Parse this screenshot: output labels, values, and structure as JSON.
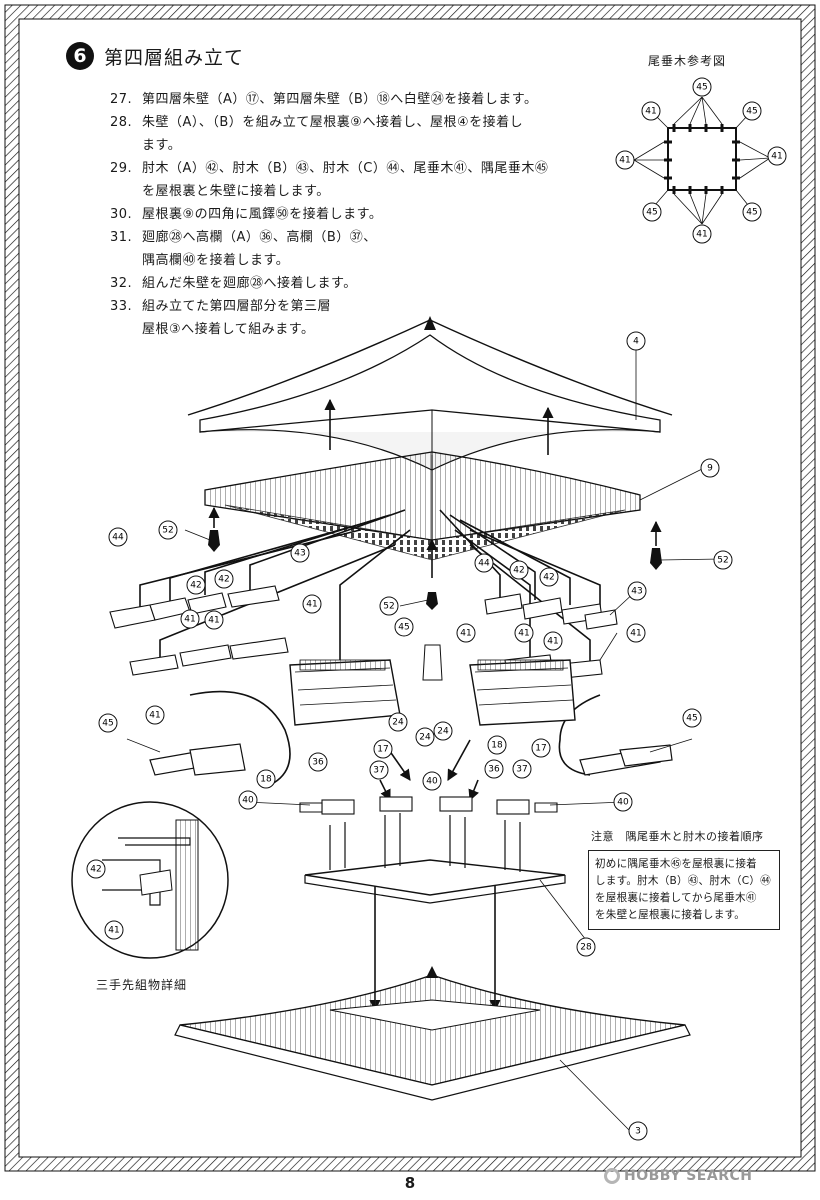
{
  "step": {
    "number": "6",
    "title": "第四層組み立て"
  },
  "instructions": [
    {
      "num": "27.",
      "lines": [
        "第四層朱壁（A）⑰、第四層朱壁（B）⑱へ白壁㉔を接着します。"
      ]
    },
    {
      "num": "28.",
      "lines": [
        "朱壁（A）、（B）を組み立て屋根裏⑨へ接着し、屋根④を接着し",
        "ます。"
      ]
    },
    {
      "num": "29.",
      "lines": [
        "肘木（A）㊷、肘木（B）㊸、肘木（C）㊹、尾垂木㊶、隅尾垂木㊺",
        "を屋根裏と朱壁に接着します。"
      ]
    },
    {
      "num": "30.",
      "lines": [
        "屋根裏⑨の四角に風鐸㊿を接着します。"
      ]
    },
    {
      "num": "31.",
      "lines": [
        "廻廊㉘へ高欄（A）㊱、高欄（B）㊲、",
        "隅高欄㊵を接着します。"
      ]
    },
    {
      "num": "32.",
      "lines": [
        "組んだ朱壁を廻廊㉘へ接着します。"
      ]
    },
    {
      "num": "33.",
      "lines": [
        "組み立てた第四層部分を第三層",
        "屋根③へ接着して組みます。"
      ]
    }
  ],
  "reference": {
    "title": "尾垂木参考図",
    "labels": [
      "41",
      "45"
    ]
  },
  "parts": {
    "p3": "3",
    "p4": "4",
    "p9": "9",
    "p17": "17",
    "p18": "18",
    "p24": "24",
    "p28": "28",
    "p36": "36",
    "p37": "37",
    "p40": "40",
    "p41": "41",
    "p42": "42",
    "p43": "43",
    "p44": "44",
    "p45": "45",
    "p52": "52"
  },
  "note": {
    "heading": "注意　隅尾垂木と肘木の接着順序",
    "lines": [
      "初めに隅尾垂木㊺を屋根裏に接着",
      "します。肘木（B）㊸、肘木（C）㊹",
      "を屋根裏に接着してから尾垂木㊶",
      "を朱壁と屋根裏に接着します。"
    ]
  },
  "detail": {
    "caption": "三手先組物詳細",
    "labels": [
      "42",
      "41"
    ]
  },
  "footer": {
    "page_number": "8",
    "watermark": "HOBBY SEARCH"
  }
}
